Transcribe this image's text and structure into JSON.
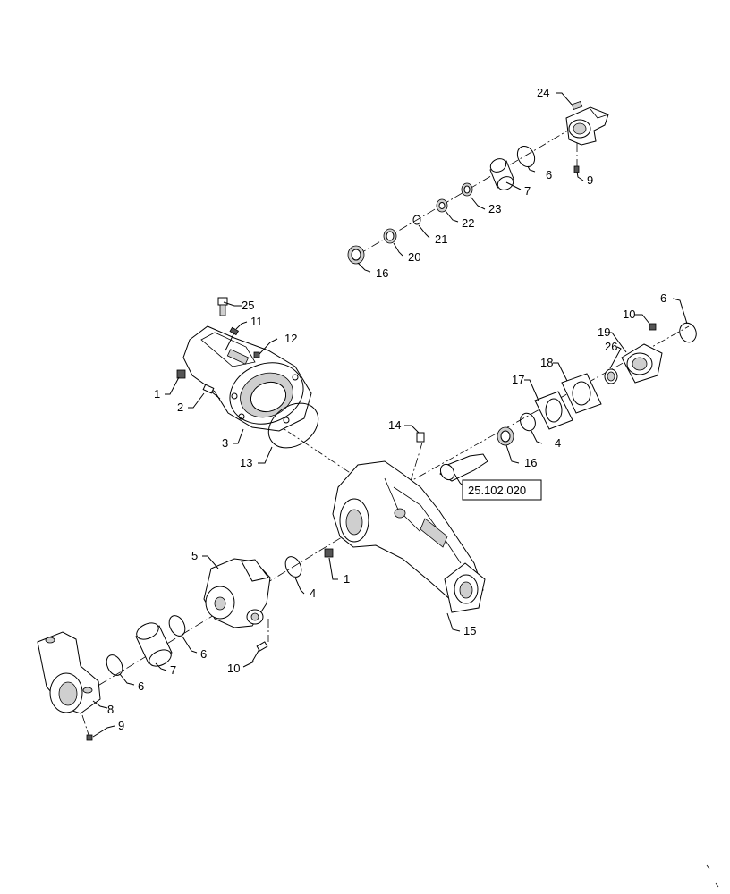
{
  "callouts": {
    "c1a": "1",
    "c1b": "1",
    "c2": "2",
    "c3": "3",
    "c4a": "4",
    "c4b": "4",
    "c5": "5",
    "c6a": "6",
    "c6b": "6",
    "c6c": "6",
    "c6d": "6",
    "c7a": "7",
    "c7b": "7",
    "c8": "8",
    "c9a": "9",
    "c9b": "9",
    "c10a": "10",
    "c10b": "10",
    "c11": "11",
    "c12": "12",
    "c13": "13",
    "c14": "14",
    "c15": "15",
    "c16a": "16",
    "c16b": "16",
    "c17": "17",
    "c18": "18",
    "c19": "19",
    "c20": "20",
    "c21": "21",
    "c22": "22",
    "c23": "23",
    "c24": "24",
    "c25": "25",
    "c26": "26"
  },
  "reference": {
    "label": "25.102.020"
  }
}
